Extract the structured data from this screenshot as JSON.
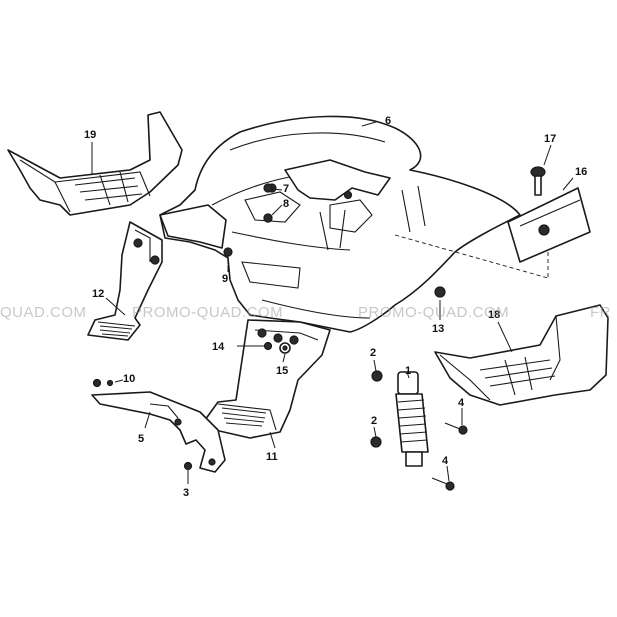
{
  "watermark": {
    "segments": [
      "QUAD.COM",
      "PROMO-QUAD.COM",
      "PROMO-QUAD.COM",
      "FR"
    ],
    "color": "#9a9a9a"
  },
  "callouts": {
    "c1": "1",
    "c2a": "2",
    "c2b": "2",
    "c3": "3",
    "c4a": "4",
    "c4b": "4",
    "c5": "5",
    "c6": "6",
    "c7": "7",
    "c8": "8",
    "c9": "9",
    "c10": "10",
    "c11": "11",
    "c12": "12",
    "c13": "13",
    "c14": "14",
    "c15": "15",
    "c16": "16",
    "c17": "17",
    "c18": "18",
    "c19": "19"
  },
  "parts": {
    "fender": "fender-icon",
    "footrest_left": "footrest-icon",
    "footrest_right": "footrest-icon",
    "mud_guard_left": "mud-guard-icon",
    "mud_guard_center": "mud-guard-icon",
    "bracket": "bracket-icon",
    "shock_absorber": "shock-absorber-icon",
    "reflector_plate": "reflector-plate-icon",
    "bolt": "bolt-icon",
    "nut": "nut-icon"
  },
  "colors": {
    "line": "#1a1a1a",
    "background": "#ffffff"
  }
}
